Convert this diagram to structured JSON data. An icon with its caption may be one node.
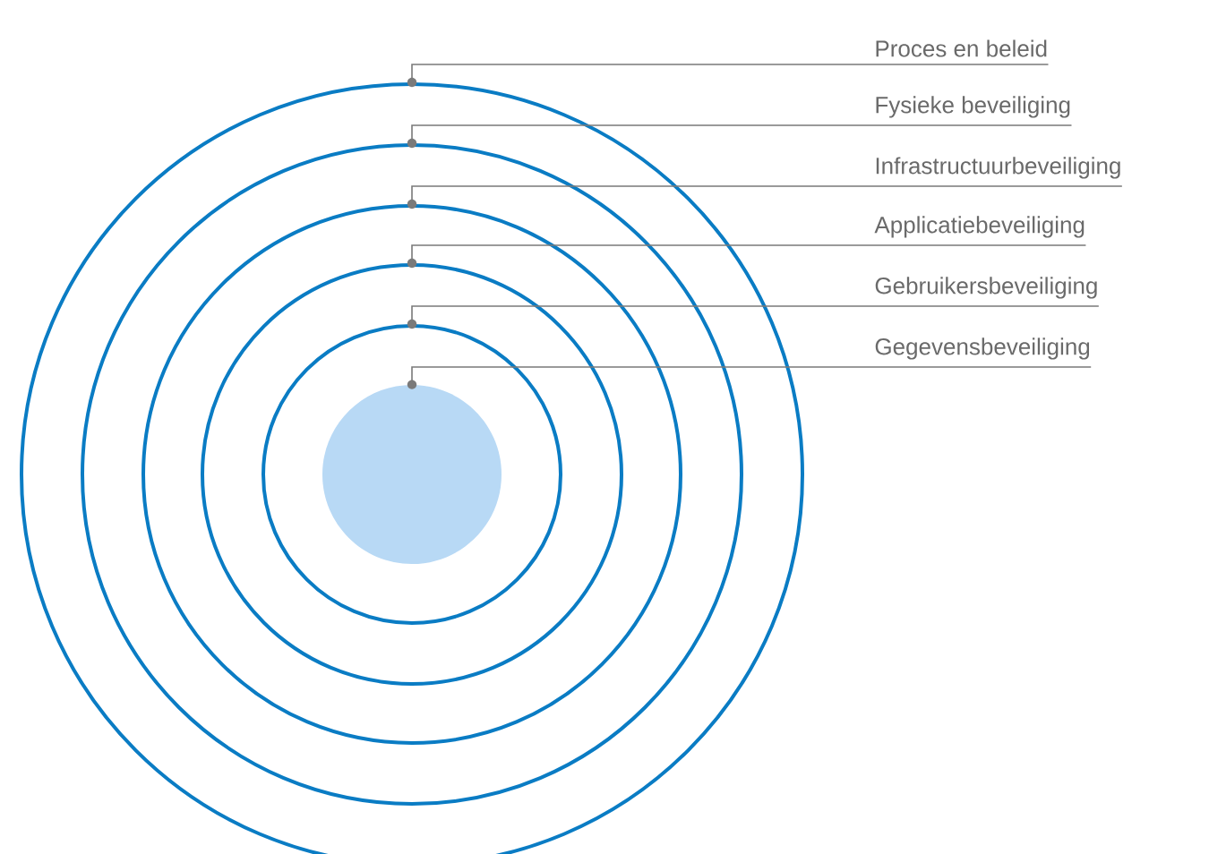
{
  "diagram": {
    "nodes": [
      {
        "text": [
          "Proces en beleid"
        ]
      },
      {
        "text": [
          "Fysieke beveiliging"
        ]
      },
      {
        "text": [
          "Infrastructuurbeveiliging"
        ]
      },
      {
        "text": [
          "Applicatiebeveiliging"
        ]
      },
      {
        "text": [
          "Gebruikersbeveiliging"
        ]
      },
      {
        "text": [
          "Gegevensbeveiliging"
        ]
      },
      {
        "text": [],
        "shape": "circle"
      },
      {
        "text": [],
        "shape": "circle",
        "in": 6
      },
      {
        "text": [],
        "shape": "circle",
        "in": 7
      },
      {
        "text": [],
        "shape": "circle",
        "in": 8
      },
      {
        "text": [],
        "shape": "circle",
        "in": 9
      },
      {
        "text": [],
        "shape": "circle",
        "in": 10
      }
    ],
    "edges": [
      {
        "from": 0,
        "to": 6,
        "arrow": "to"
      },
      {
        "from": 1,
        "to": 7,
        "arrow": "to"
      },
      {
        "from": 2,
        "to": 8,
        "arrow": "to"
      },
      {
        "from": 3,
        "to": 9,
        "arrow": "to"
      },
      {
        "from": 4,
        "to": 10,
        "arrow": "to"
      },
      {
        "from": 5,
        "to": 11,
        "arrow": "to"
      }
    ]
  }
}
